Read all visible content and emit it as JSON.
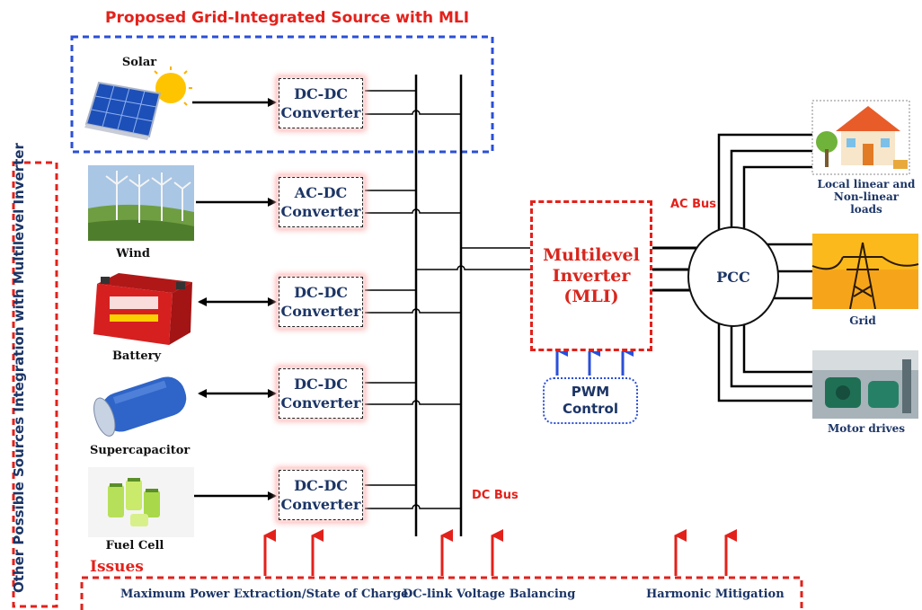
{
  "title": "Proposed Grid-Integrated Source with MLI",
  "side_label": "Other Possible Sources Integration with Multilevel Inverter",
  "sources": [
    {
      "name": "Solar",
      "icon": "solar-panel-icon",
      "converter_line1": "DC-DC",
      "converter_line2": "Converter",
      "flow": "unidirectional"
    },
    {
      "name": "Wind",
      "icon": "wind-turbine-icon",
      "converter_line1": "AC-DC",
      "converter_line2": "Converter",
      "flow": "unidirectional"
    },
    {
      "name": "Battery",
      "icon": "battery-icon",
      "converter_line1": "DC-DC",
      "converter_line2": "Converter",
      "flow": "bidirectional"
    },
    {
      "name": "Supercapacitor",
      "icon": "supercapacitor-icon",
      "converter_line1": "DC-DC",
      "converter_line2": "Converter",
      "flow": "bidirectional"
    },
    {
      "name": "Fuel Cell",
      "icon": "fuel-cell-icon",
      "converter_line1": "DC-DC",
      "converter_line2": "Converter",
      "flow": "unidirectional"
    }
  ],
  "dc_bus_label": "DC Bus",
  "ac_bus_label": "AC Bus",
  "mli": {
    "line1": "Multilevel",
    "line2": "Inverter",
    "line3": "(MLI)"
  },
  "pwm": {
    "line1": "PWM",
    "line2": "Control"
  },
  "pcc_label": "PCC",
  "loads": [
    {
      "label_line1": "Local linear and",
      "label_line2": "Non-linear",
      "label_line3": "loads",
      "icon": "house-icon"
    },
    {
      "label_line1": "Grid",
      "icon": "transmission-tower-icon"
    },
    {
      "label_line1": "Motor drives",
      "icon": "motor-icon"
    }
  ],
  "issues": {
    "heading": "Issues",
    "items": [
      "Maximum Power Extraction/State of Charge",
      "DC-link Voltage Balancing",
      "Harmonic Mitigation"
    ]
  },
  "colors": {
    "accent_red": "#e3211b",
    "accent_blue": "#2b4fd8",
    "text_navy": "#1c3566"
  }
}
